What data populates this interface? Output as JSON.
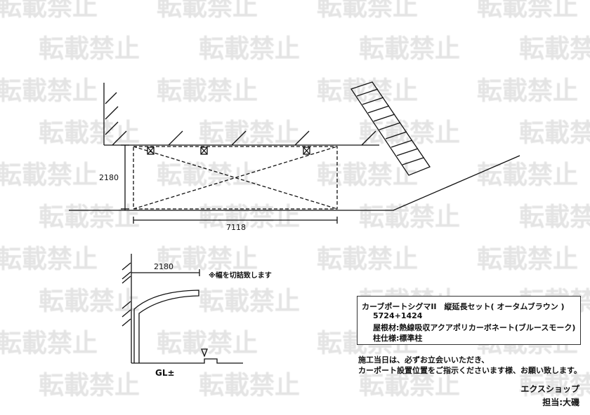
{
  "watermark": "転載禁止",
  "plan": {
    "height_dim": "2180",
    "width_dim": "7118"
  },
  "section": {
    "width_dim": "2180",
    "note": "※幅を切詰致します",
    "ground_label": "GL±"
  },
  "spec": {
    "title": "カーブポートシグマII　縦延長セット( オータムブラウン )",
    "size": "5724+1424",
    "roof": "屋根材:熱線吸収アクアポリカーボネート(ブルースモーク)",
    "pillar": "柱仕様:標準柱"
  },
  "notice": {
    "line1": "施工当日は、必ずお立会いいただき、",
    "line2": "カーポート設置位置をご指示くださいます様、お願い致します。"
  },
  "company": {
    "name": "エクスショップ",
    "staff": "担当:大磯"
  }
}
